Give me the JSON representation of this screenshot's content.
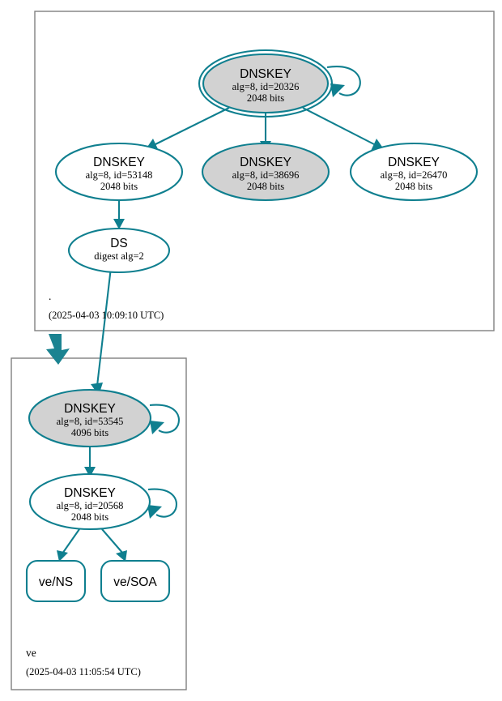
{
  "diagram": {
    "type": "dnssec-authentication-chain",
    "accent_color": "#0f7f8f",
    "secure_key_fill": "#d2d2d2",
    "plain_key_fill": "#ffffff",
    "zone_border_color": "#808080"
  },
  "zones": [
    {
      "id": "root",
      "name": ".",
      "timestamp": "(2025-04-03 10:09:10 UTC)"
    },
    {
      "id": "ve",
      "name": "ve",
      "timestamp": "(2025-04-03 11:05:54 UTC)"
    }
  ],
  "nodes": {
    "root_ksk": {
      "title": "DNSKEY",
      "line2": "alg=8, id=20326",
      "line3": "2048 bits"
    },
    "root_zsk_53148": {
      "title": "DNSKEY",
      "line2": "alg=8, id=53148",
      "line3": "2048 bits"
    },
    "root_zsk_38696": {
      "title": "DNSKEY",
      "line2": "alg=8, id=38696",
      "line3": "2048 bits"
    },
    "root_zsk_26470": {
      "title": "DNSKEY",
      "line2": "alg=8, id=26470",
      "line3": "2048 bits"
    },
    "root_ds": {
      "title": "DS",
      "line2": "digest alg=2"
    },
    "ve_ksk": {
      "title": "DNSKEY",
      "line2": "alg=8, id=53545",
      "line3": "4096 bits"
    },
    "ve_zsk": {
      "title": "DNSKEY",
      "line2": "alg=8, id=20568",
      "line3": "2048 bits"
    },
    "ve_ns": {
      "title": "ve/NS"
    },
    "ve_soa": {
      "title": "ve/SOA"
    }
  }
}
